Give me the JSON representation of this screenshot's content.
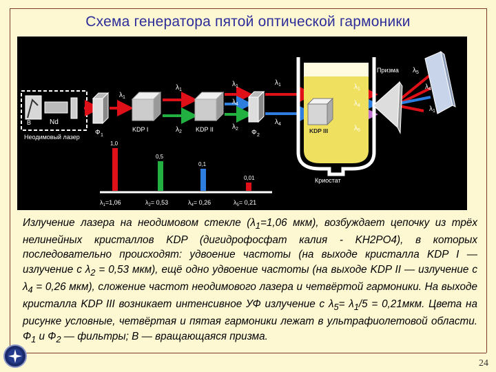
{
  "title": "Схема генератора пятой оптической гармоники",
  "scheme": {
    "laser": {
      "nd": "Nd",
      "b": "B",
      "label": "Неодимовый лазер"
    },
    "filters": {
      "f1": "Ф",
      "f1_sub": "1",
      "f2": "Ф",
      "f2_sub": "2"
    },
    "crystals": {
      "kdp1": "KDP I",
      "kdp2": "KDP II",
      "kdp3": "KDP III"
    },
    "cryostat": "Криостат",
    "prism": "Призма",
    "lambda": "λ",
    "beam_labels": {
      "s1": "1",
      "s2": "2",
      "s4": "4",
      "s5": "5"
    },
    "spectrum": [
      {
        "amp": "1,0",
        "lambda_sub": "1",
        "lambda_val": "=1,06",
        "color": "#e01018"
      },
      {
        "amp": "0,5",
        "lambda_sub": "2",
        "lambda_val": "= 0,53",
        "color": "#22b040"
      },
      {
        "amp": "0,1",
        "lambda_sub": "4",
        "lambda_val": "= 0,26",
        "color": "#2e7ee0"
      },
      {
        "amp": "0,01",
        "lambda_sub": "5",
        "lambda_val": "= 0,21",
        "color": "#e01018"
      }
    ]
  },
  "caption": {
    "t1": "Излучение лазера на неодимовом стекле (λ",
    "s1": "1",
    "t2": "=1,06 мкм), возбуждает цепочку из трёх нелинейных кристаллов KDP (дигидрофосфат калия - KH2PO4), в которых последовательно происходят: удвоение частоты (на выходе кристалла KDP I — излучение с λ",
    "s2": "2",
    "t3": " = 0,53 мкм), ещё одно удвоение частоты (на выходе KDP II — излучение с λ",
    "s3": "4",
    "t4": " = 0,26 мкм), сложение частот неодимового лазера и четвёртой гармоники. На выходе кристалла KDP III возникает интенсивное УФ излучение с λ",
    "s4": "5",
    "t5": "= λ",
    "s5": "1",
    "t6": "/5 = 0,21мкм. Цвета на рисунке условные, четвёртая и пятая гармоники лежат в ультрафиолетовой области. Ф",
    "s6": "1",
    "t7": " и Ф",
    "s7": "2",
    "t8": " — фильтры; В — вращающаяся призма."
  },
  "page_number": "24",
  "colors": {
    "background": "#fdf8d2",
    "title": "#2d2d9a",
    "red": "#e01018",
    "green": "#22b040",
    "blue": "#2e7ee0",
    "cryostat_fill": "#f0e060"
  }
}
